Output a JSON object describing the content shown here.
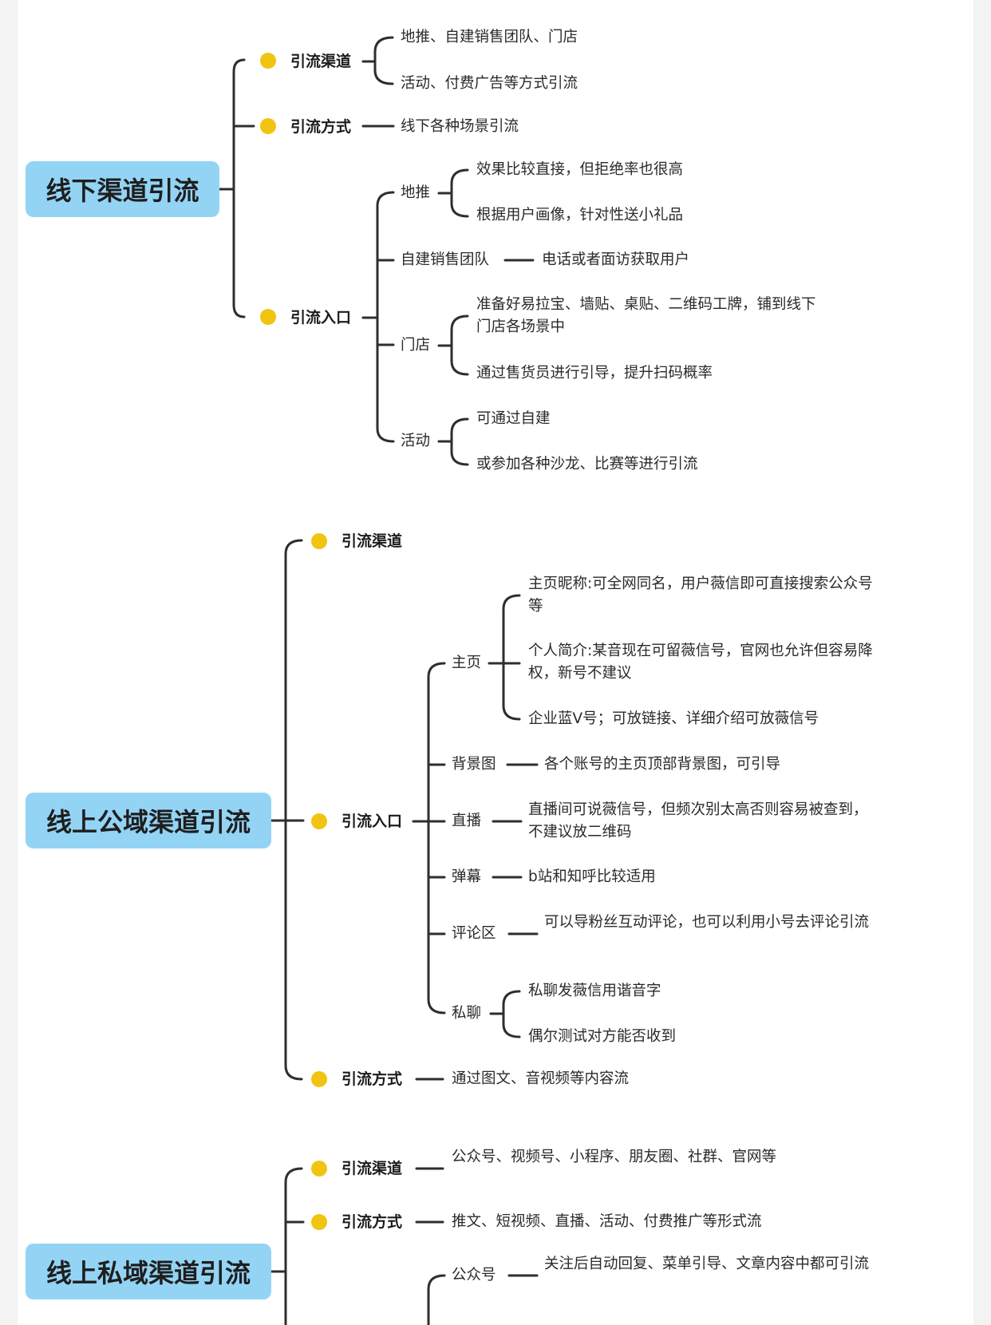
{
  "section1": {
    "root": "线下渠道引流",
    "channels": {
      "label": "引流渠道",
      "items": [
        "地推、自建销售团队、门店",
        "活动、付费广告等方式引流"
      ]
    },
    "methods": {
      "label": "引流方式",
      "text": "线下各种场景引流"
    },
    "entry": {
      "label": "引流入口",
      "ditui": {
        "label": "地推",
        "items": [
          "效果比较直接，但拒绝率也很高",
          "根据用户画像，针对性送小礼品"
        ]
      },
      "team": {
        "label": "自建销售团队",
        "text": "电话或者面访获取用户"
      },
      "store": {
        "label": "门店",
        "items": [
          "准备好易拉宝、墙贴、桌贴、二维码工牌，铺到线下门店各场景中",
          "通过售货员进行引导，提升扫码概率"
        ]
      },
      "activity": {
        "label": "活动",
        "items": [
          "可通过自建",
          "或参加各种沙龙、比赛等进行引流"
        ]
      }
    }
  },
  "section2": {
    "root": "线上公域渠道引流",
    "channels": {
      "label": "引流渠道"
    },
    "entry": {
      "label": "引流入口",
      "home": {
        "label": "主页",
        "items": [
          "主页昵称:可全网同名，用户薇信即可直接搜索公众号等",
          "个人简介:某音现在可留薇信号，官网也允许但容易降权，新号不建议",
          "企业蓝V号；可放链接、详细介绍可放薇信号"
        ]
      },
      "bg": {
        "label": "背景图",
        "text": "各个账号的主页顶部背景图，可引导"
      },
      "live": {
        "label": "直播",
        "text": "直播间可说薇信号，但频次别太高否则容易被查到，不建议放二维码"
      },
      "danmu": {
        "label": "弹幕",
        "text": "b站和知呼比较适用"
      },
      "comment": {
        "label": "评论区",
        "text": "可以导粉丝互动评论，也可以利用小号去评论引流"
      },
      "dm": {
        "label": "私聊",
        "items": [
          "私聊发薇信用谐音字",
          "偶尔测试对方能否收到"
        ]
      }
    },
    "methods": {
      "label": "引流方式",
      "text": "通过图文、音视频等内容流"
    }
  },
  "section3": {
    "root": "线上私域渠道引流",
    "channels": {
      "label": "引流渠道",
      "text": "公众号、视频号、小程序、朋友圈、社群、官网等"
    },
    "methods": {
      "label": "引流方式",
      "text": "推文、短视频、直播、活动、付费推广等形式流"
    },
    "entry": {
      "gzh": {
        "label": "公众号",
        "text": "关注后自动回复、菜单引导、文章内容中都可引流"
      }
    }
  }
}
